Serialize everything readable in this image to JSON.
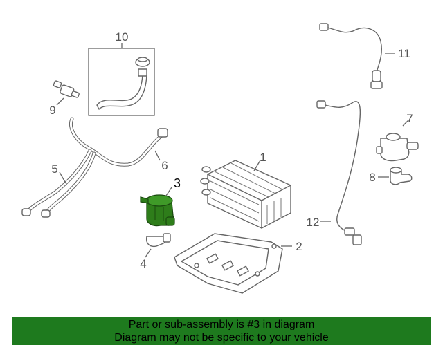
{
  "callouts": {
    "c1": "1",
    "c2": "2",
    "c3": "3",
    "c4": "4",
    "c5": "5",
    "c6": "6",
    "c7": "7",
    "c8": "8",
    "c9": "9",
    "c10": "10",
    "c11": "11",
    "c12": "12"
  },
  "highlight": {
    "part": "3",
    "color": "#2e7d1a"
  },
  "banner": {
    "line1": "Part or sub-assembly is #3 in diagram",
    "line2": "Diagram may not be specific to your vehicle",
    "color": "#1e7a1e"
  }
}
